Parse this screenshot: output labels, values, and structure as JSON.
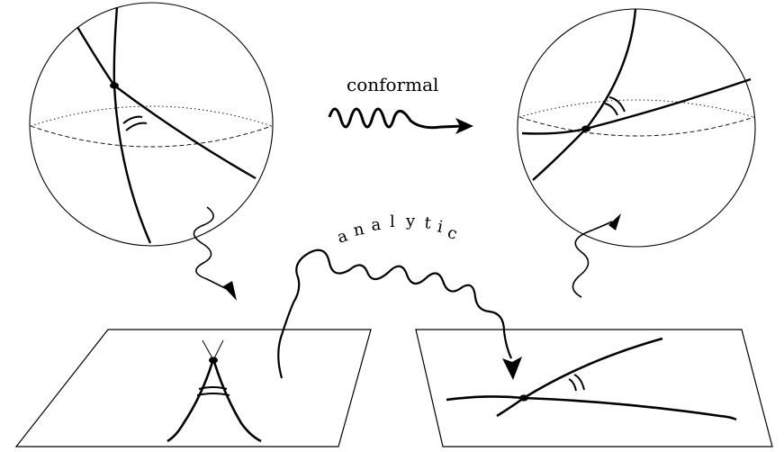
{
  "labels": {
    "conformal": "conformal",
    "analytic_letters": [
      "a",
      "n",
      "a",
      "l",
      "y",
      "t",
      "i",
      "c"
    ]
  },
  "colors": {
    "ink": "#000000",
    "background": "#ffffff"
  }
}
